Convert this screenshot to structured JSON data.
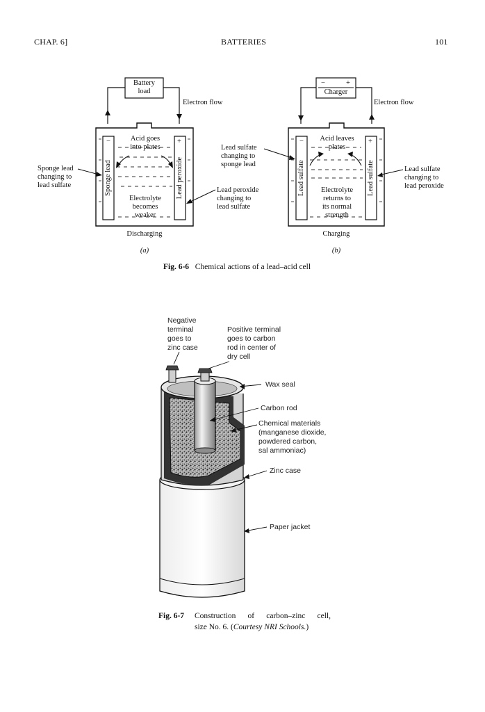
{
  "header": {
    "left": "CHAP. 6]",
    "center": "BATTERIES",
    "right": "101"
  },
  "fig66": {
    "a": {
      "box_label": "Battery load",
      "box_label_l1": "Battery",
      "box_label_l2": "load",
      "electron_flow": "Electron flow",
      "acid_l1": "Acid goes",
      "acid_l2": "into plates",
      "left_plate": "Sponge lead",
      "right_plate": "Lead peroxide",
      "plate_sign_left": "−",
      "plate_sign_right": "+",
      "elec_l1": "Electrolyte",
      "elec_l2": "becomes",
      "elec_l3": "weaker",
      "left_callout_l1": "Sponge lead",
      "left_callout_l2": "changing to",
      "left_callout_l3": "lead sulfate",
      "right_callout_l1": "Lead peroxide",
      "right_callout_l2": "changing to",
      "right_callout_l3": "lead sulfate",
      "state": "Discharging",
      "tag": "(a)"
    },
    "b": {
      "box_label": "Charger",
      "box_minus": "−",
      "box_plus": "+",
      "electron_flow": "Electron flow",
      "acid_l1": "Acid leaves",
      "acid_l2": "plates",
      "left_plate": "Lead sulfate",
      "right_plate": "Lead sulfate",
      "plate_sign_left": "−",
      "plate_sign_right": "+",
      "elec_l1": "Electrolyte",
      "elec_l2": "returns to",
      "elec_l3": "its normal",
      "elec_l4": "strength",
      "left_callout_l1": "Lead sulfate",
      "left_callout_l2": "changing to",
      "left_callout_l3": "sponge lead",
      "right_callout_l1": "Lead sulfate",
      "right_callout_l2": "changing to",
      "right_callout_l3": "lead peroxide",
      "state": "Charging",
      "tag": "(b)"
    },
    "caption_num": "Fig. 6-6",
    "caption_text": "Chemical actions of a lead–acid cell"
  },
  "fig67": {
    "neg_l1": "Negative",
    "neg_l2": "terminal",
    "neg_l3": "goes to",
    "neg_l4": "zinc case",
    "pos_l1": "Positive terminal",
    "pos_l2": "goes to carbon",
    "pos_l3": "rod in center of",
    "pos_l4": "dry cell",
    "wax_seal": "Wax seal",
    "carbon_rod": "Carbon rod",
    "chem_l1": "Chemical materials",
    "chem_l2": "(manganese dioxide,",
    "chem_l3": "powdered carbon,",
    "chem_l4": "sal ammoniac)",
    "zinc_case": "Zinc case",
    "paper_jacket": "Paper jacket",
    "caption_num": "Fig. 6-7",
    "caption_l1": "Construction of carbon–zinc cell,",
    "caption_l2a": "size No. 6. (",
    "caption_l2b": "Courtesy NRI Schools.",
    "caption_l2c": ")"
  }
}
